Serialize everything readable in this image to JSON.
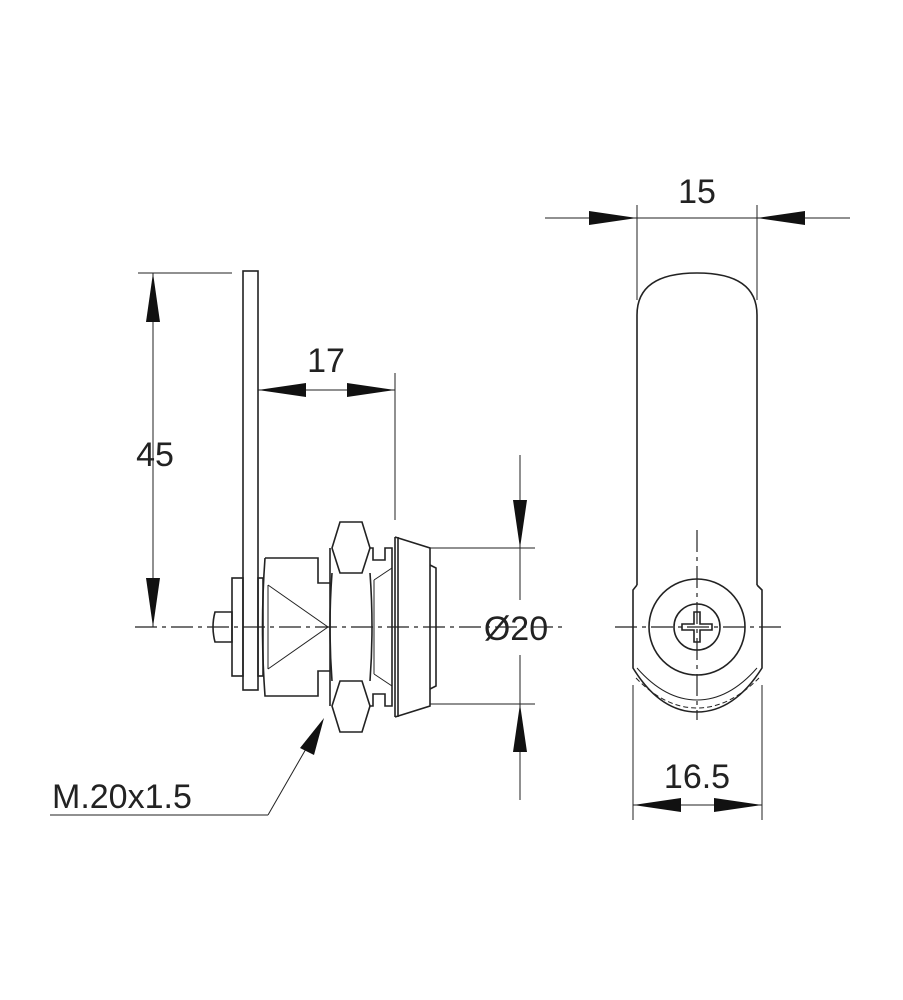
{
  "drawing": {
    "dimensions": {
      "height": "45",
      "offset": "17",
      "diameter": "Ø20",
      "thread": "M.20x1.5",
      "cam_width": "15",
      "body_width": "16.5"
    },
    "line_color": "#222222"
  }
}
